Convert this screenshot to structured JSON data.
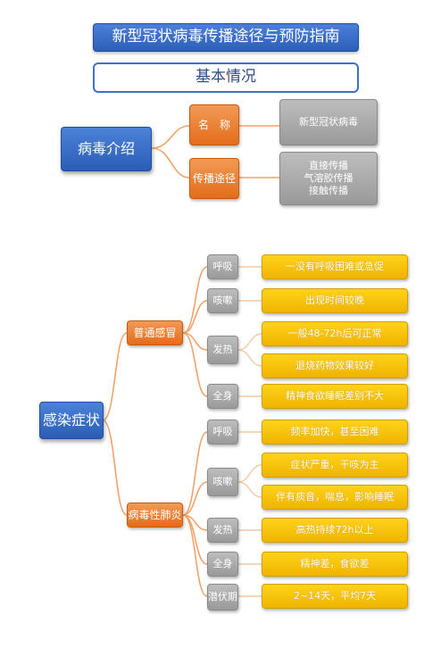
{
  "title": "新型冠状病毒传播途径与预防指南",
  "subtitle": "基本情况",
  "virus_intro": {
    "label": "病毒介绍",
    "name_label": "名　称",
    "name_value": "新型冠状病毒",
    "route_label": "传播途径",
    "routes": [
      "直接传播",
      "气溶胶传播",
      "接触传播"
    ]
  },
  "symptoms": {
    "label": "感染症状",
    "common_cold": {
      "label": "普通感冒",
      "breathing": "呼吸",
      "breathing_detail": "一没有呼吸困难或急促",
      "cough": "咳嗽",
      "cough_detail": "出现时间较晚",
      "fever": "发热",
      "fever_details": [
        "一般48-72h后可正常",
        "退烧药物效果较好"
      ],
      "whole_body": "全身",
      "whole_body_detail": "精神食欲睡眠差别不大"
    },
    "viral_pneumonia": {
      "label": "病毒性肺炎",
      "breathing": "呼吸",
      "breathing_detail": "频率加快，甚至困难",
      "cough": "咳嗽",
      "cough_details": [
        "症状严重，干咳为主",
        "伴有痰音，喘息，影响睡眠"
      ],
      "fever": "发热",
      "fever_detail": "高热持续72h以上",
      "whole_body": "全身",
      "whole_body_detail": "精神差，食欲差",
      "incubation": "潜伏期",
      "incubation_detail": "2~14天，平均7天"
    }
  },
  "colors": {
    "blue": "#2c5fb8",
    "orange": "#e46c1a",
    "gray": "#a6a6a6",
    "yellow": "#f5c000",
    "connector": "#f2a36b"
  }
}
